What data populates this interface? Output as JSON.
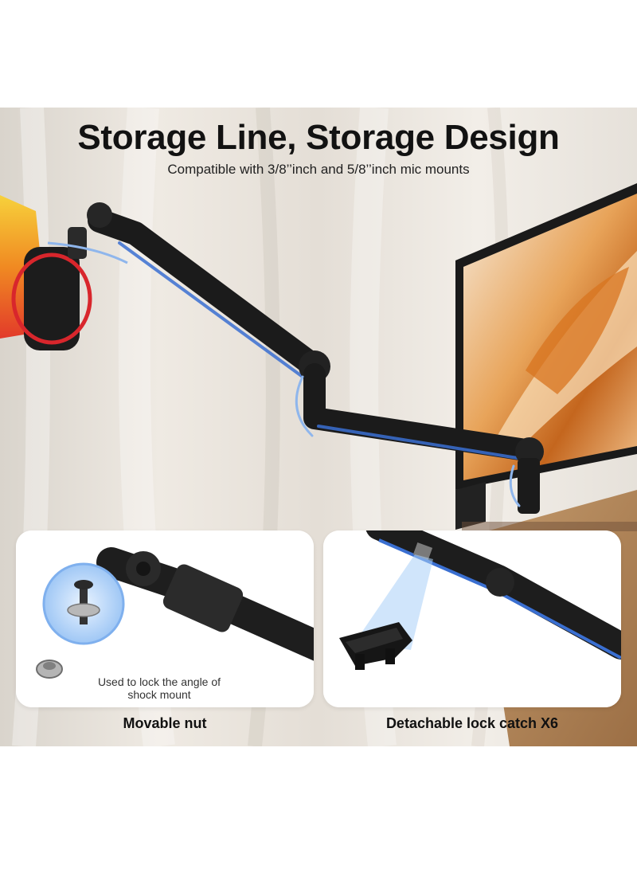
{
  "headline": "Storage Line, Storage Design",
  "subheadline": "Compatible with 3/8’’inch and 5/8’’inch mic mounts",
  "panels": [
    {
      "note": "Used to lock the angle of shock mount",
      "caption": "Movable nut"
    },
    {
      "caption": "Detachable lock catch   X6"
    }
  ],
  "colors": {
    "accent_blue": "#4a7bd8",
    "mic_red": "#d8262c",
    "mic_yellow": "#f2c230"
  }
}
